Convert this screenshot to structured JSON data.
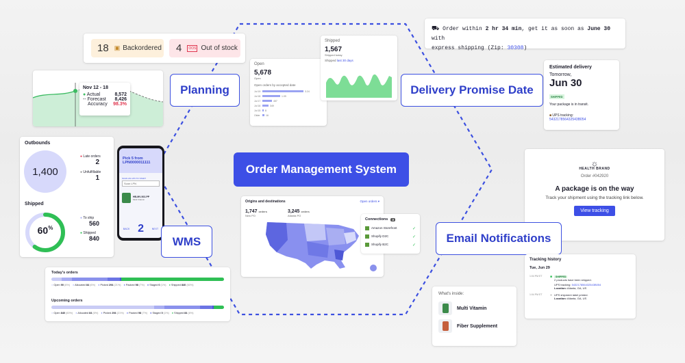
{
  "center": {
    "title": "Order Management System"
  },
  "labels": {
    "planning": "Planning",
    "delivery": "Delivery Promise Date",
    "wms": "WMS",
    "email": "Email Notifications"
  },
  "stock": {
    "backordered_count": "18",
    "backordered_label": "Backordered",
    "oos_count": "4",
    "oos_label": "Out of stock",
    "oos_icon_text": "OOS"
  },
  "forecast": {
    "date": "Nov 12 - 18",
    "actual_label": "Actual",
    "actual_value": "8,572",
    "forecast_label": "Forecast",
    "forecast_value": "8,426",
    "accuracy_label": "Accuracy",
    "accuracy_value": "98.3%",
    "colors": {
      "area": "#cdeed7",
      "line": "#3cbb62",
      "accuracy": "#e0364f"
    }
  },
  "open_card": {
    "title": "Open",
    "value": "5,678",
    "sub": "Open",
    "breakdown_title": "Open orders by accepted date",
    "bars": [
      {
        "label": "Jul 19",
        "value": "3.24"
      },
      {
        "label": "Jul 18",
        "value": "1.09"
      },
      {
        "label": "Jul 17",
        "value": "457"
      },
      {
        "label": "Jul 16",
        "value": "349"
      },
      {
        "label": "Jul 15",
        "value": "8"
      },
      {
        "label": "Older",
        "value": "16"
      }
    ],
    "bar_color": "#9aa3f2"
  },
  "shipped_card": {
    "title": "Shipped",
    "value": "1,567",
    "sub": "Shipped today",
    "filter_label": "Shipped",
    "filter_value": "last 30 days",
    "color": "#7ddd96"
  },
  "promise": {
    "line1_a": "Order within",
    "line1_b": "2 hr 34 min",
    "line1_c": ", get it as soon as",
    "line1_d": "June 30",
    "line1_e": "with",
    "line2_a": "express shipping (Zip:",
    "zip": "30308",
    "line2_b": ")"
  },
  "estimated": {
    "title": "Estimated delivery",
    "day": "Tomorrow,",
    "date": "Jun 30",
    "badge": "SHIPPED",
    "status": "Your package is in transit.",
    "tracking_label": "UPS tracking:",
    "tracking_number": "543217856432543B054",
    "badge_color": "#d9f5df"
  },
  "outbounds": {
    "title": "Outbounds",
    "value": "1,400",
    "late_label": "Late orders",
    "late_value": "2",
    "unfulfill_label": "Unfulfillable",
    "unfulfill_value": "1",
    "shipped_title": "Shipped",
    "shipped_percent": 60,
    "shipped_percent_text": "60",
    "percent_sign": "%",
    "to_ship_label": "To ship",
    "to_ship_value": "560",
    "shipped_label": "Shipped",
    "shipped_value": "840",
    "colors": {
      "bubble": "#d7d9fb",
      "ring": "#2fbf55",
      "ring_bg": "#d7d9fb",
      "late": "#e0364f"
    }
  },
  "phone": {
    "pick_title": "Pick 5 from",
    "location": "LPN0000011111",
    "scan_label": "SCAN AN LPN TO START",
    "scan_placeholder": "Scan LPN",
    "sku": "HB-MV-002-PP",
    "sku_desc": "Multi Vitamin",
    "qty": "2",
    "back": "BACK",
    "next": "NEXT"
  },
  "map_card": {
    "title": "Origins and destinations",
    "filter": "Open orders",
    "stat1_value": "1,747",
    "stat1_unit": "orders",
    "stat1_label": "New PO",
    "stat2_value": "3,245",
    "stat2_unit": "orders",
    "stat2_label": "Atlanta PO",
    "map_color": "#7d86ee"
  },
  "connections": {
    "title": "Connections",
    "count": "3",
    "items": [
      "Amazon Storefront",
      "Shopify D2C",
      "Shopify B2C"
    ]
  },
  "email": {
    "brand": "HEALTH BRAND",
    "order": "Order #042920",
    "headline": "A package is on the way",
    "body": "Track your shipment using the tracking link below.",
    "button": "View tracking"
  },
  "tracking": {
    "title": "Tracking history",
    "day": "Tue, Jun 29",
    "e1_time": "1:04 PM ET",
    "e1_badge": "SHIPPED",
    "e1_text": "2 products have been shipped.",
    "e1_track_label": "UPS tracking:",
    "e1_track": "543217856432543B054",
    "e1_loc_label": "Location:",
    "e1_loc": "Atlanta, GA, US",
    "e2_time": "1:04 PM ET",
    "e2_text": "UPS shipment label printed.",
    "e2_loc_label": "Location:",
    "e2_loc": "Atlanta, GA, US"
  },
  "inside": {
    "title": "What's inside:",
    "items": [
      {
        "name": "Multi Vitamin",
        "color": "#3b8a4a"
      },
      {
        "name": "Fiber Supplement",
        "color": "#c55f3c"
      }
    ]
  },
  "today_orders": {
    "title": "Today's orders",
    "legend": [
      {
        "label": "Open",
        "value": "90",
        "pct": "(6%)",
        "color": "#c9ccf5",
        "share": 6
      },
      {
        "label": "Allocated",
        "value": "84",
        "pct": "(6%)",
        "color": "#a9aef2",
        "share": 6
      },
      {
        "label": "Picked",
        "value": "294",
        "pct": "(21%)",
        "color": "#8a91ec",
        "share": 21
      },
      {
        "label": "Packed",
        "value": "98",
        "pct": "(7%)",
        "color": "#6b74e4",
        "share": 7
      },
      {
        "label": "Staged",
        "value": "0",
        "pct": "(1%)",
        "color": "#4b55d8",
        "share": 1
      },
      {
        "label": "Shipped",
        "value": "840",
        "pct": "(60%)",
        "color": "#2fbf55",
        "share": 60
      }
    ]
  },
  "upcoming_orders": {
    "title": "Upcoming orders",
    "legend": [
      {
        "label": "Open",
        "value": "840",
        "pct": "(60%)",
        "color": "#c9ccf5",
        "share": 60
      },
      {
        "label": "Allocated",
        "value": "84",
        "pct": "(6%)",
        "color": "#a9aef2",
        "share": 6
      },
      {
        "label": "Picked",
        "value": "294",
        "pct": "(21%)",
        "color": "#8a91ec",
        "share": 21
      },
      {
        "label": "Packed",
        "value": "98",
        "pct": "(7%)",
        "color": "#6b74e4",
        "share": 7
      },
      {
        "label": "Staged",
        "value": "0",
        "pct": "(1%)",
        "color": "#4b55d8",
        "share": 1
      },
      {
        "label": "Shipped",
        "value": "84",
        "pct": "(6%)",
        "color": "#2fbf55",
        "share": 6
      }
    ]
  }
}
